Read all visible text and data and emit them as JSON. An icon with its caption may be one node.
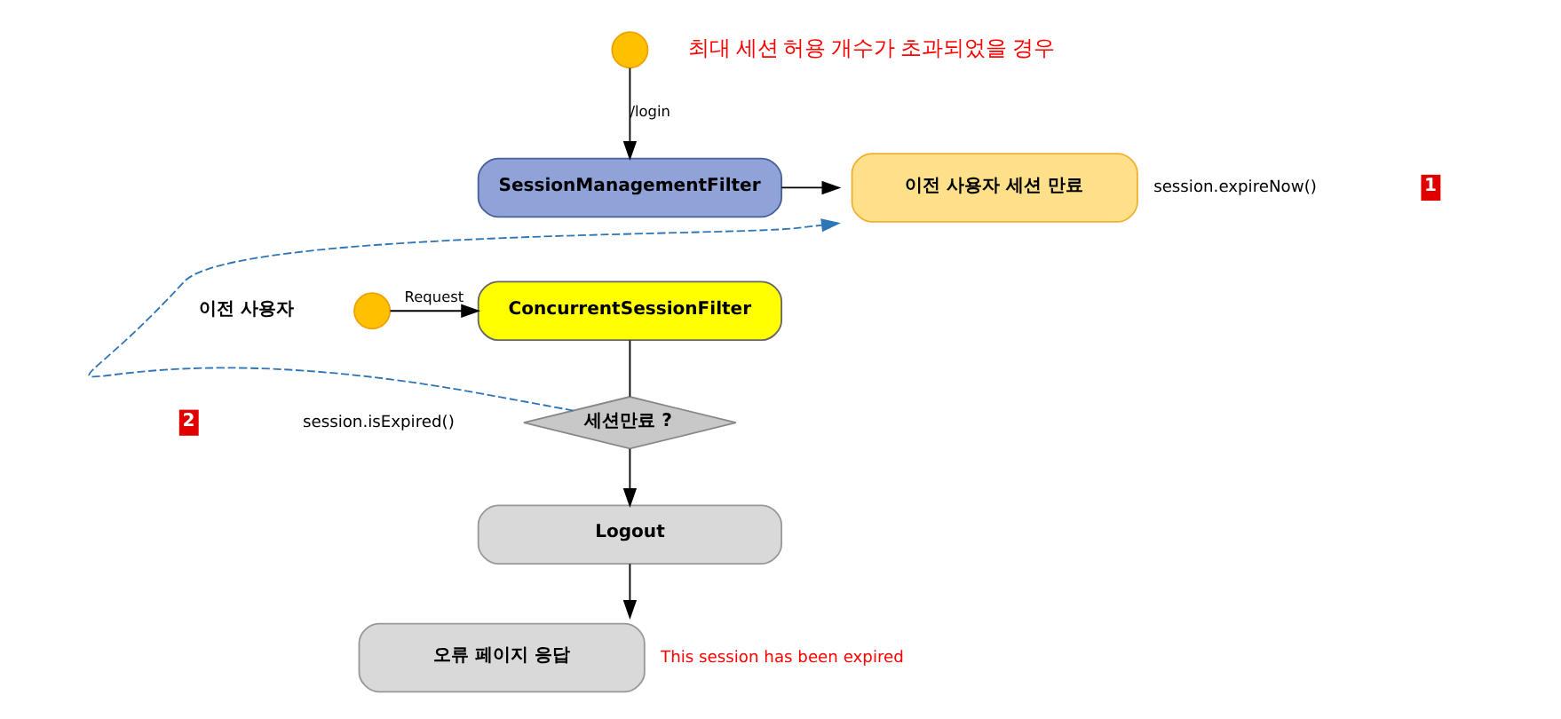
{
  "diagram": {
    "nodes": [
      {
        "text": [],
        "shape": "circle"
      },
      {
        "text": [
          "SessionManagementFilter"
        ]
      },
      {
        "text": [
          "이전 사용자 세션 만료"
        ],
        "beside": [
          "session.expireNow()"
        ]
      },
      {
        "text": [],
        "shape": "circle",
        "beside": [
          "이전 사용자"
        ]
      },
      {
        "text": [
          "ConcurrentSessionFilter"
        ]
      },
      {
        "text": [
          "세션만료 ?"
        ]
      },
      {
        "text": [
          "Logout"
        ]
      },
      {
        "text": [
          "오류 페이지 응답"
        ],
        "beside": [
          "This session has been expired"
        ]
      }
    ],
    "edges": [
      {
        "from": 0,
        "to": 1,
        "arrow": "to",
        "label": "/login"
      },
      {
        "from": 1,
        "to": 2,
        "arrow": "to"
      },
      {
        "from": 3,
        "to": 4,
        "arrow": "to",
        "label": "Request"
      },
      {
        "from": 4,
        "to": 5,
        "arrow": "none"
      },
      {
        "from": 5,
        "to": 2,
        "arrow": "to",
        "style": "dashed",
        "color": "#2e75b6"
      },
      {
        "from": 5,
        "to": 6,
        "arrow": "to"
      },
      {
        "from": 6,
        "to": 7,
        "arrow": "to"
      }
    ],
    "labels": [
      "최대 세션 허용 개수가 초과되었을 경우",
      "1",
      "2",
      "session.isExpired()"
    ]
  }
}
